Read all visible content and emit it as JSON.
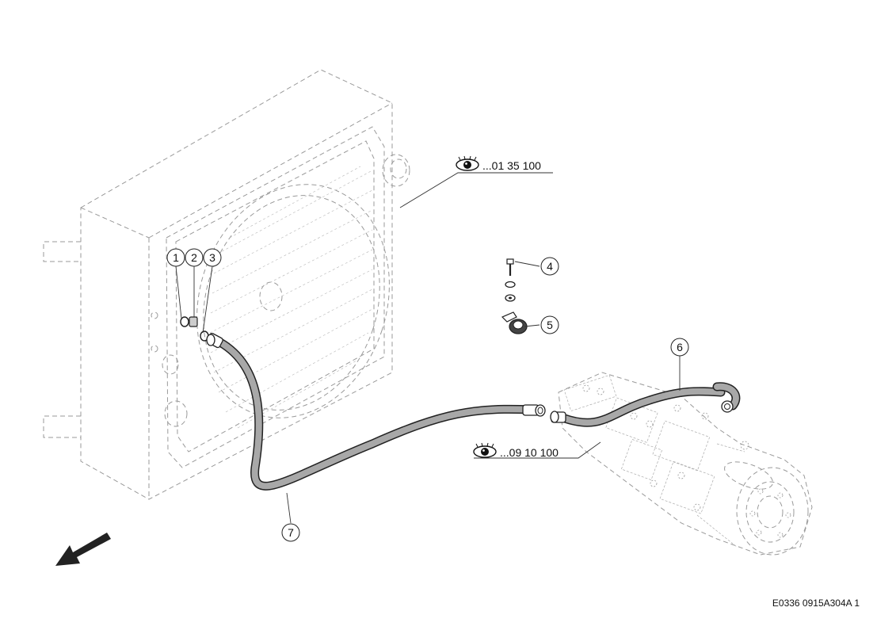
{
  "callouts": [
    "1",
    "2",
    "3",
    "4",
    "5",
    "6",
    "7"
  ],
  "references": [
    {
      "text": "...01 35 100",
      "icon": "eye-icon"
    },
    {
      "text": "...09 10 100",
      "icon": "eye-icon"
    }
  ],
  "doc_code": "E0336 0915A304A 1",
  "direction_icon": "direction-arrow-icon",
  "colors": {
    "hose_fill": "#a8a8a8",
    "hose_stroke": "#222222",
    "line": "#333333",
    "ghost": "#9a9a9a"
  }
}
